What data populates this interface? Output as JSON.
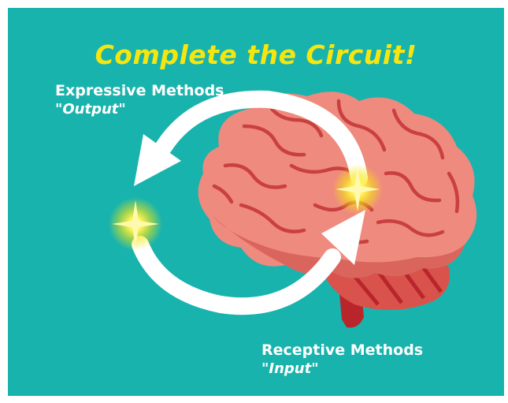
{
  "title": "Complete the Circuit!",
  "expressive": {
    "label": "Expressive Methods",
    "sublabel": "\"Output\""
  },
  "receptive": {
    "label": "Receptive Methods",
    "sublabel": "\"Input\""
  },
  "colors": {
    "background": "#19b3ad",
    "title": "#f6e60f",
    "brain": "#ef8a7e",
    "brain_line": "#c9403f",
    "arrow": "#ffffff",
    "spark": "#fff35a"
  }
}
